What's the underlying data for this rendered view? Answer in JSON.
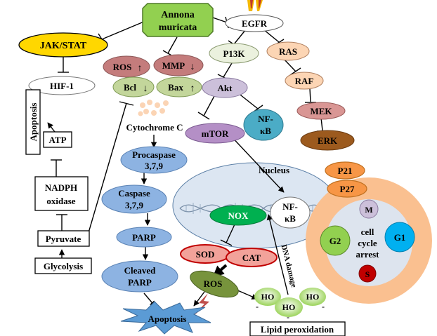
{
  "labels": {
    "annona_line1": "Annona",
    "annona_line2": "muricata",
    "egfr": "EGFR",
    "jak_stat": "JAK/STAT",
    "hif1": "HIF-1",
    "ros": "ROS",
    "mmp": "MMP",
    "bcl": "Bcl",
    "bax": "Bax",
    "p13k": "P13K",
    "ras": "RAS",
    "akt": "Akt",
    "raf": "RAF",
    "nfkb_line1": "NF-",
    "nfkb_line2": "κB",
    "mtor": "mTOR",
    "mek": "MEK",
    "erk": "ERK",
    "apoptosis_vertical": "Apoptosis",
    "atp": "ATP",
    "nadph_line1": "NADPH",
    "nadph_line2": "oxidase",
    "pyruvate": "Pyruvate",
    "glycolysis": "Glycolysis",
    "cytochrome_c": "Cytochrome C",
    "procaspase_line1": "Procaspase",
    "procaspase_line2": "3,7,9",
    "caspase_line1": "Caspase",
    "caspase_line2": "3,7,9",
    "parp": "PARP",
    "cleaved_line1": "Cleaved",
    "cleaved_line2": "PARP",
    "nucleus": "Nucleus",
    "nox": "NOX",
    "nucleus_nfkb_line1": "NF-",
    "nucleus_nfkb_line2": "κB",
    "p21": "P21",
    "p27": "P27",
    "phase_m": "M",
    "phase_g1": "G1",
    "phase_g2": "G2",
    "phase_s": "S",
    "arrest_line1": "cell",
    "arrest_line2": "cycle",
    "arrest_line3": "arrest",
    "sod": "SOD",
    "cat": "CAT",
    "ros_lower": "ROS",
    "apoptosis_bottom": "Apoptosis",
    "ho_left": "HO",
    "ho_right": "HO",
    "ho_center": "HO",
    "dash": "-",
    "dna_damage": "DNA damage",
    "lipid_peroxidation": "Lipid peroxidation"
  },
  "colors": {
    "annona_fill": "#92d050",
    "jak_fill": "#ffd700",
    "ros_mmp_fill": "#c47c7c",
    "bcl_bax_fill": "#c3d69b",
    "p13k_fill": "#ebf1de",
    "akt_fill": "#ccc0da",
    "ras_raf_fill": "#fcd5b4",
    "nfkb_fill": "#4bacc6",
    "mtor_fill": "#b48fc6",
    "mek_fill": "#d99694",
    "erk_fill": "#9c5a1e",
    "caspase_fill": "#8db3e2",
    "nucleus_fill": "#dce6f2",
    "nox_fill": "#00b050",
    "p21_p27_fill": "#f79646",
    "cell_cycle_outer": "#fac090",
    "cell_cycle_inner": "#dde4ee",
    "g1_fill": "#00b0f0",
    "g2_fill": "#92d050",
    "s_fill": "#c00000",
    "sod_cat_fill": "#f2a29a",
    "ros_lower_fill": "#77933c",
    "ho_fill": "#9bd35a",
    "apoptosis_star": "#5b9bd5",
    "dots_fill": "#fbd4b4"
  }
}
